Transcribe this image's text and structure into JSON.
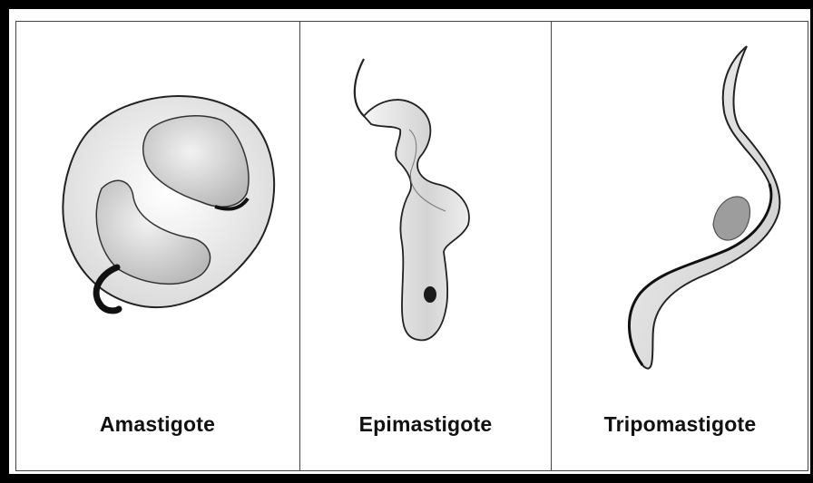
{
  "panels": [
    {
      "label": "Amastigote",
      "icon": "amastigote-illustration"
    },
    {
      "label": "Epimastigote",
      "icon": "epimastigote-illustration"
    },
    {
      "label": "Tripomastigote",
      "icon": "tripomastigote-illustration"
    }
  ],
  "colors": {
    "border": "#000000",
    "divider": "#444444",
    "ink": "#111111",
    "shade": "#cfcfcf"
  }
}
